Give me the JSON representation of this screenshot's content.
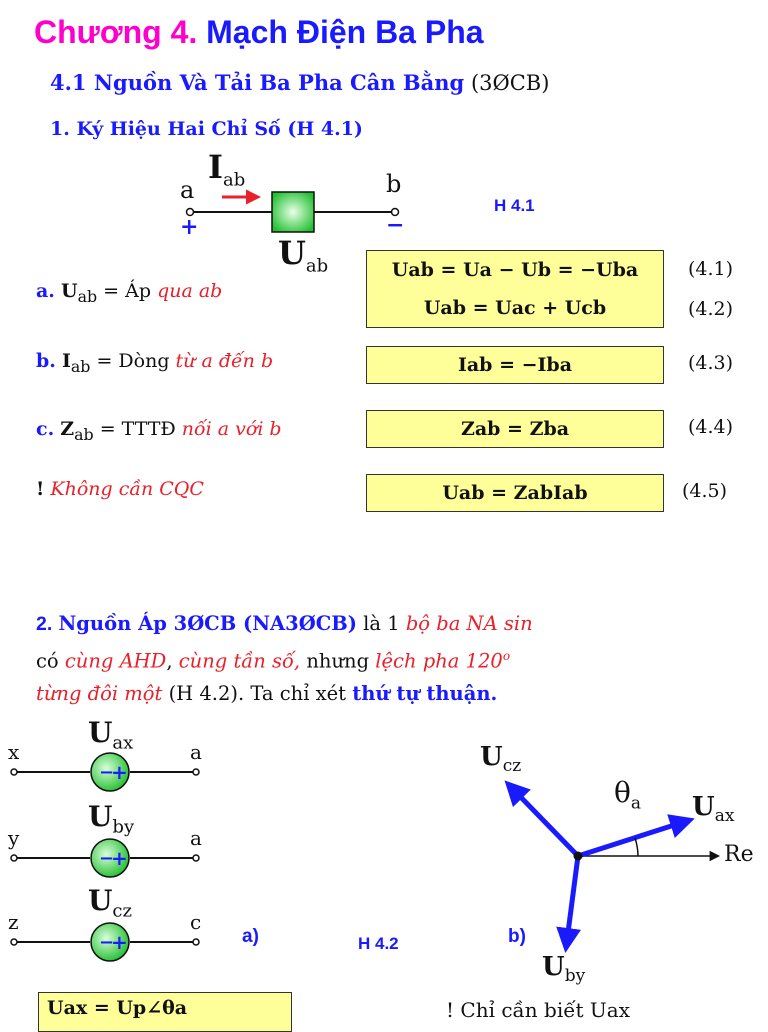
{
  "chapter": {
    "prefix": "Chương 4.",
    "title": "Mạch Điện Ba Pha"
  },
  "section_41": {
    "title": "4.1 Nguồn Và Tải Ba Pha Cân Bằng",
    "suffix": "(3ØCB)"
  },
  "sub1": {
    "title": "1. Ký Hiệu Hai Chỉ Số (H 4.1)"
  },
  "fig41": {
    "caption": "H 4.1",
    "node_a": "a",
    "node_b": "b",
    "plus": "+",
    "minus": "−",
    "current_main": "I",
    "current_sub": "ab",
    "voltage_main": "U",
    "voltage_sub": "ab"
  },
  "items": [
    {
      "lead": "a.",
      "sym": "U",
      "sub": "ab",
      "text": " = Áp ",
      "italic": "qua ab"
    },
    {
      "lead": "b.",
      "sym": "I",
      "sub": "ab",
      "text": "  = Dòng ",
      "italic": "từ a đến b"
    },
    {
      "lead": "c.",
      "sym": "Z",
      "sub": "ab",
      "text": "  = TTTĐ ",
      "italic": "nối a với b"
    },
    {
      "lead": "!",
      "sym": "",
      "sub": "",
      "text": " ",
      "italic": "Không cần CQC"
    }
  ],
  "equations": [
    {
      "no": "(4.1)",
      "text": "Uab = Ua − Ub = −Uba"
    },
    {
      "no": "(4.2)",
      "text": "Uab = Uac + Ucb"
    },
    {
      "no": "(4.3)",
      "text": "Iab = −Iba"
    },
    {
      "no": "(4.4)",
      "text": "Zab = Zba"
    },
    {
      "no": "(4.5)",
      "text": "Uab = ZabIab"
    }
  ],
  "sub2": {
    "num": "2.",
    "title": "Nguồn Áp 3ØCB (NA3ØCB)",
    "t1": " là 1 ",
    "i1": "bộ ba NA sin",
    "t2": "có ",
    "i2": "cùng AHD",
    "t3": ", ",
    "i3": "cùng tần số,",
    "t4": " nhưng ",
    "i4": "lệch pha 120",
    "deg": "o",
    "i5": "từng đôi một",
    "t5": " (H 4.2). Ta chỉ xét ",
    "b1": "thứ tự thuận."
  },
  "fig42": {
    "caption": "H 4.2",
    "label_a": "a)",
    "label_b": "b)",
    "sources": [
      {
        "sym": "U",
        "sub": "ax",
        "left": "x",
        "right": "a"
      },
      {
        "sym": "U",
        "sub": "by",
        "left": "y",
        "right": "a"
      },
      {
        "sym": "U",
        "sub": "cz",
        "left": "z",
        "right": "c"
      }
    ],
    "phasors": {
      "ucz": "cz",
      "uax": "ax",
      "uby": "by",
      "re": "Re",
      "theta": "θ",
      "theta_sub": "a",
      "sym": "U"
    }
  },
  "bottom": {
    "eq": "Uax = Up∠θa",
    "note": "! Chỉ cần biết Uax"
  }
}
